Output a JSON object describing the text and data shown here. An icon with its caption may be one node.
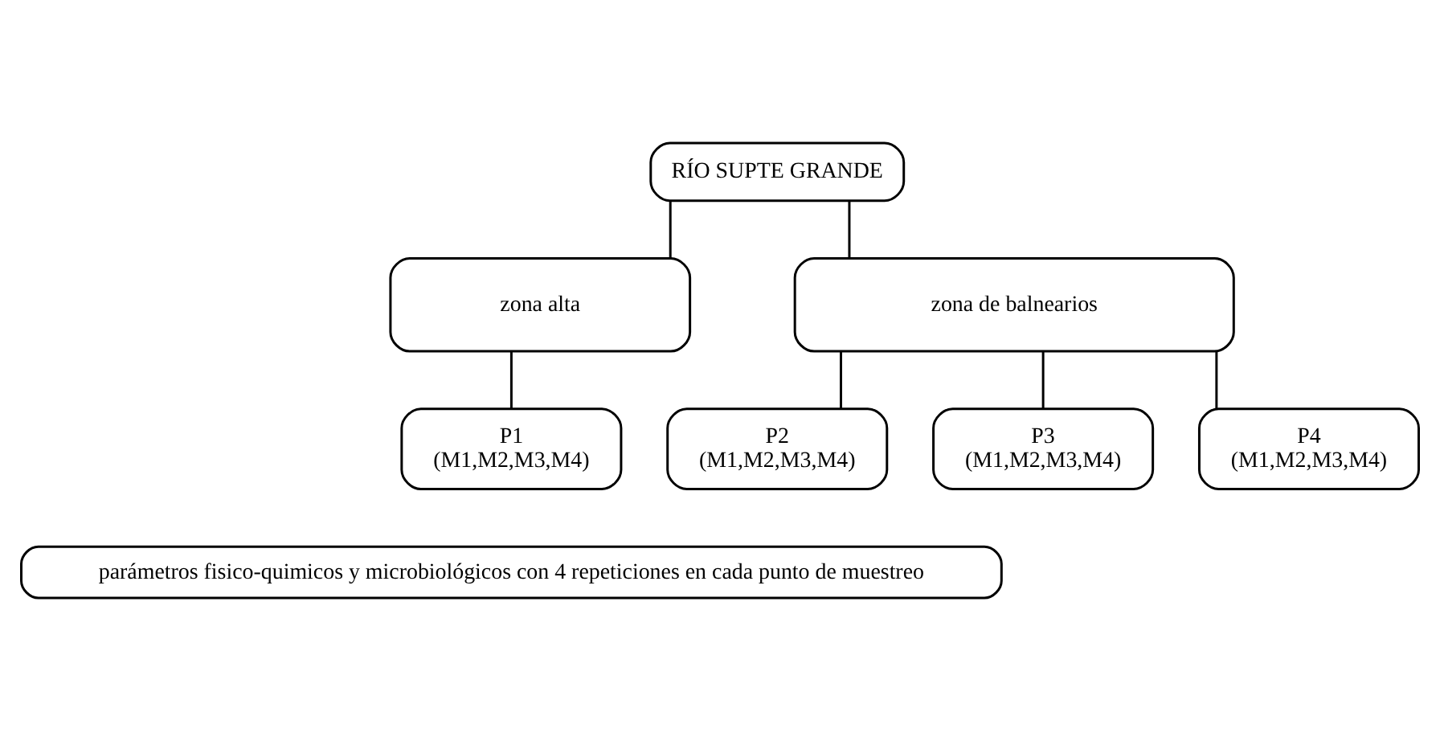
{
  "diagram": {
    "nodes": [
      {
        "text": [
          "RÍO SUPTE GRANDE"
        ]
      },
      {
        "text": [
          "zona alta"
        ]
      },
      {
        "text": [
          "zona de balnearios"
        ]
      },
      {
        "text": [
          "P1",
          "(M1,M2,M3,M4)"
        ]
      },
      {
        "text": [
          "P2",
          "(M1,M2,M3,M4)"
        ]
      },
      {
        "text": [
          "P3",
          "(M1,M2,M3,M4)"
        ]
      },
      {
        "text": [
          "P4",
          "(M1,M2,M3,M4)"
        ]
      },
      {
        "text": [
          "parámetros fisico-quimicos y microbiológicos con 4 repeticiones en cada punto de muestreo"
        ]
      }
    ],
    "edges": [
      {
        "from": 0,
        "to": 1,
        "arrow": "none"
      },
      {
        "from": 0,
        "to": 2,
        "arrow": "none"
      },
      {
        "from": 1,
        "to": 3,
        "arrow": "none"
      },
      {
        "from": 2,
        "to": 4,
        "arrow": "none"
      },
      {
        "from": 2,
        "to": 5,
        "arrow": "none"
      },
      {
        "from": 2,
        "to": 6,
        "arrow": "none"
      }
    ]
  }
}
